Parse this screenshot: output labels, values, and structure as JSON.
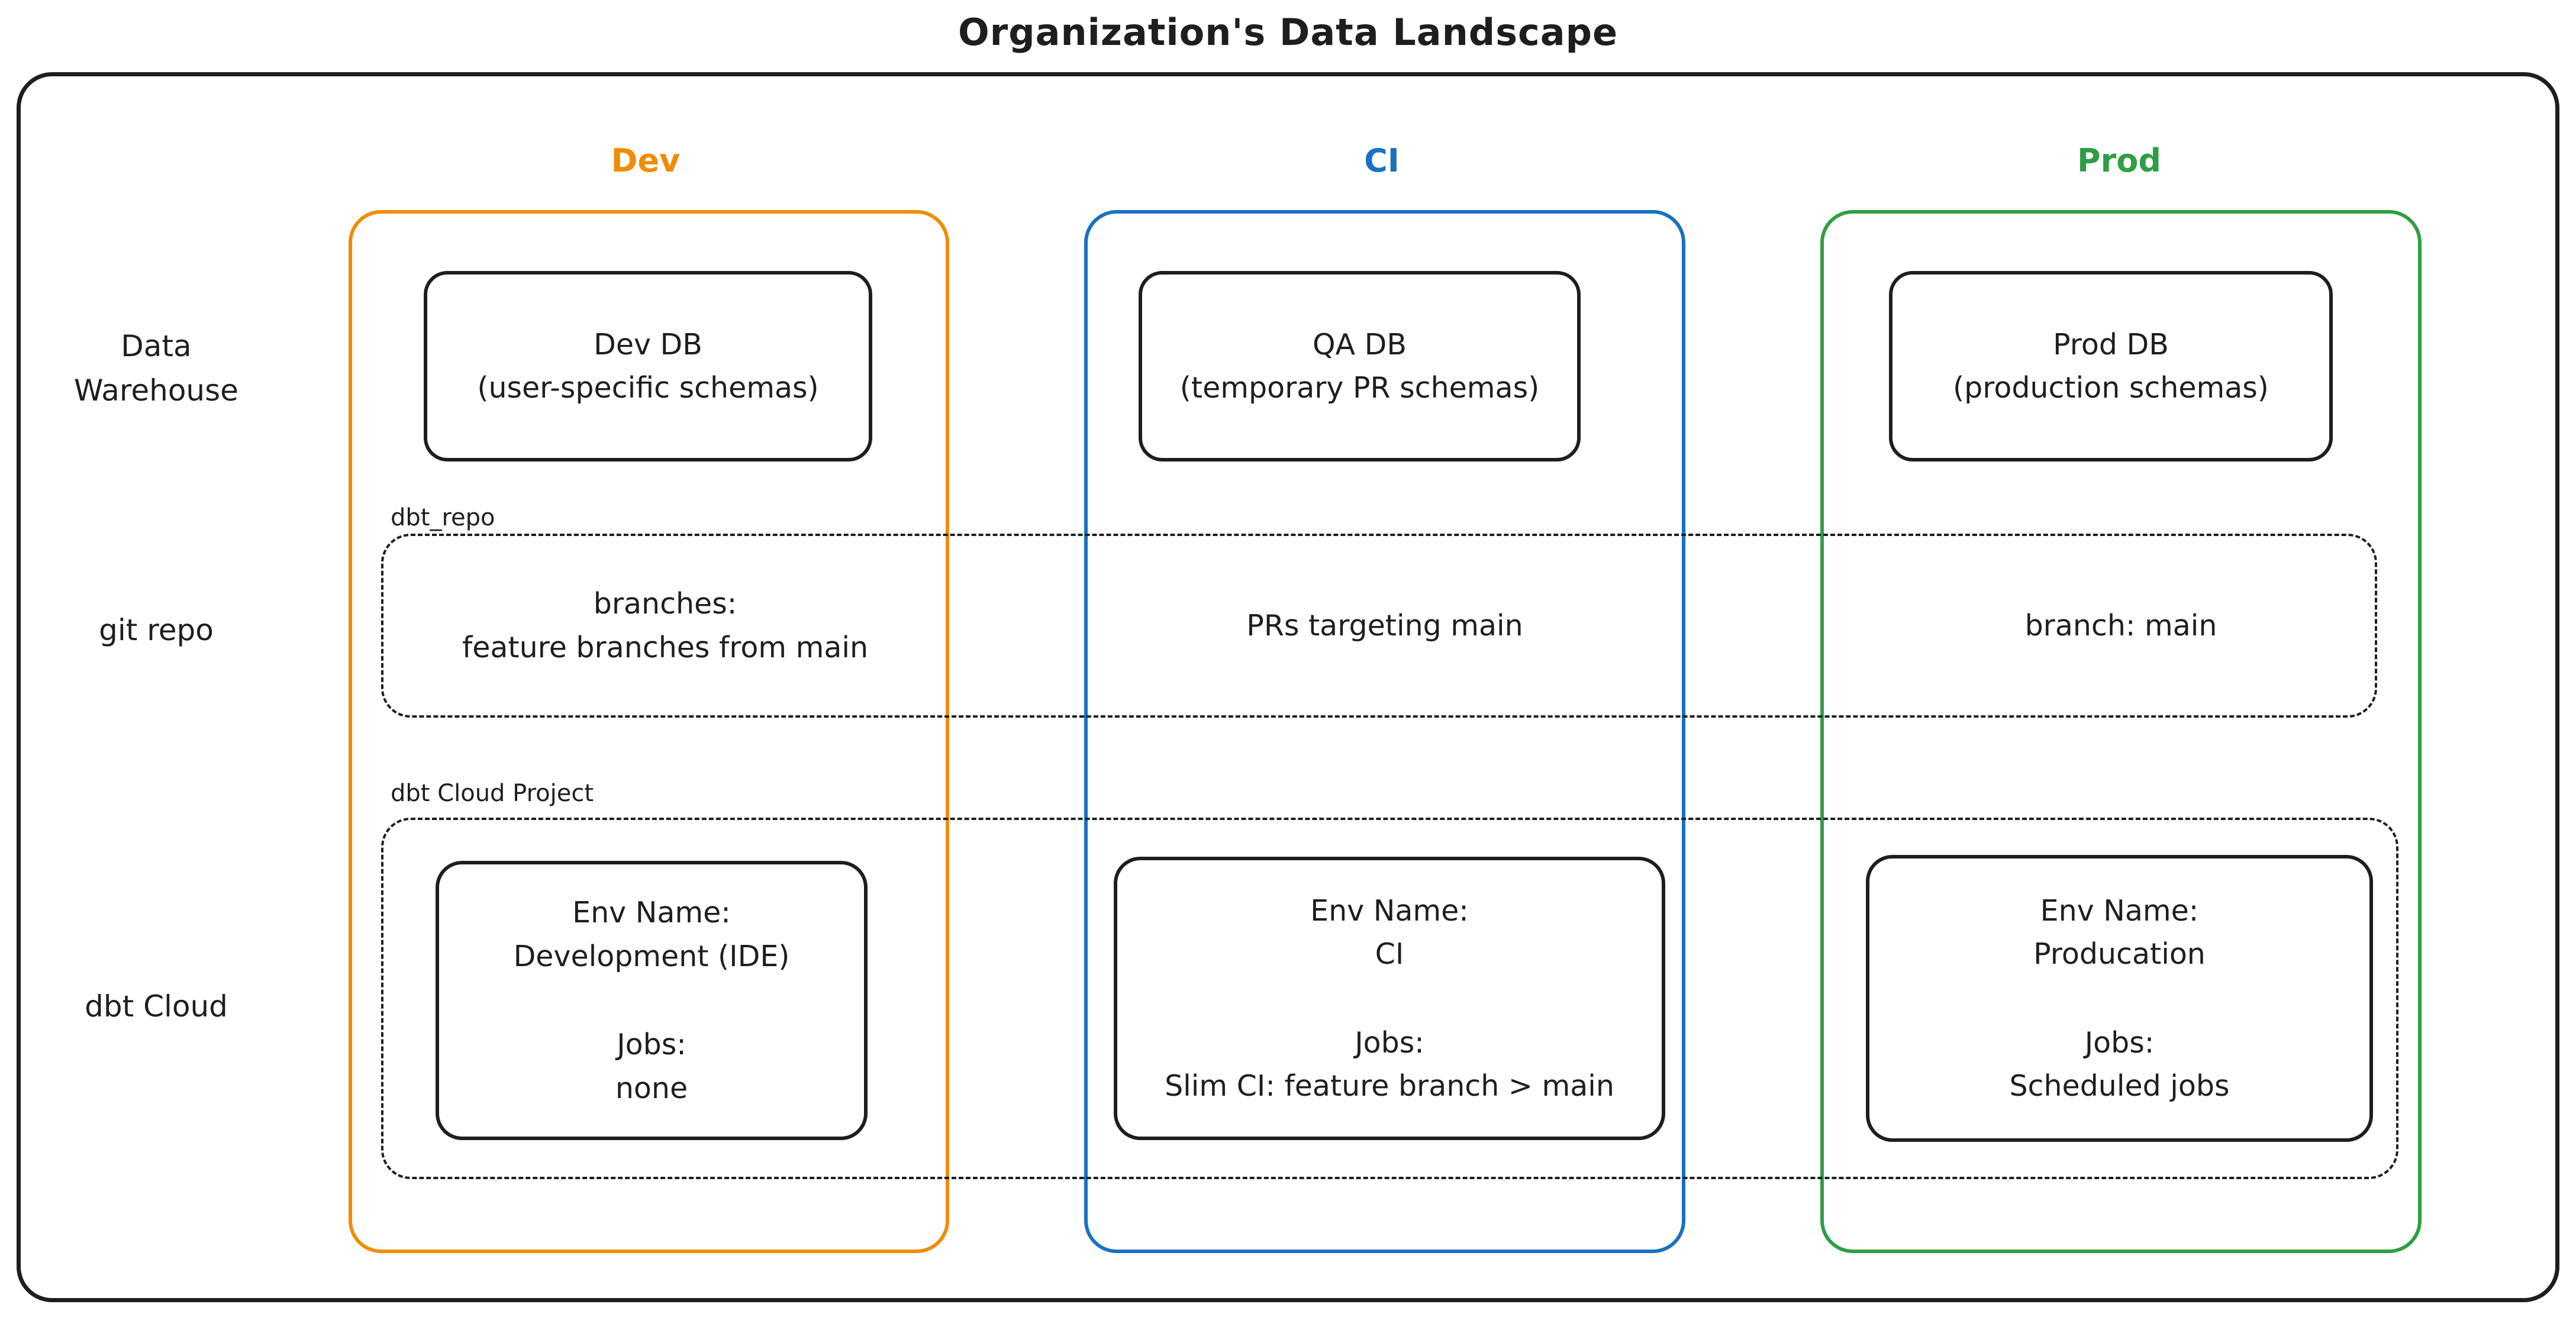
{
  "title": "Organization's Data Landscape",
  "colors": {
    "dev_accent": "#f08c00",
    "ci_accent": "#1971c2",
    "prod_accent": "#2f9e44",
    "ink": "#1e1e1e"
  },
  "row_labels": {
    "warehouse": "Data Warehouse",
    "git": "git repo",
    "dbt": "dbt Cloud"
  },
  "group_labels": {
    "git_container": "dbt_repo",
    "dbt_container": "dbt Cloud Project"
  },
  "columns": {
    "dev": {
      "header": "Dev",
      "warehouse": {
        "name": "Dev DB",
        "note": "(user-specific schemas)"
      },
      "git": "branches:\nfeature branches from main",
      "dbt": {
        "env_label": "Env Name:",
        "env_name": "Development (IDE)",
        "jobs_label": "Jobs:",
        "jobs": "none"
      }
    },
    "ci": {
      "header": "CI",
      "warehouse": {
        "name": "QA DB",
        "note": "(temporary PR schemas)"
      },
      "git": "PRs targeting main",
      "dbt": {
        "env_label": "Env Name:",
        "env_name": "CI",
        "jobs_label": "Jobs:",
        "jobs": "Slim CI: feature branch > main"
      }
    },
    "prod": {
      "header": "Prod",
      "warehouse": {
        "name": "Prod DB",
        "note": "(production schemas)"
      },
      "git": "branch: main",
      "dbt": {
        "env_label": "Env Name:",
        "env_name": "Producation",
        "jobs_label": "Jobs:",
        "jobs": "Scheduled jobs"
      }
    }
  }
}
